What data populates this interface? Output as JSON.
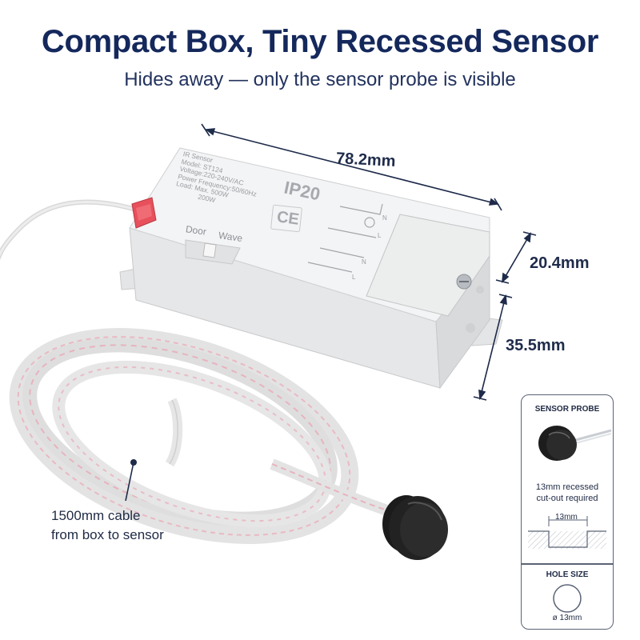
{
  "header": {
    "title": "Compact Box, Tiny Recessed Sensor",
    "subtitle": "Hides away — only the sensor probe is visible"
  },
  "device": {
    "label_lines": [
      "IR Sensor",
      "Model: ST124",
      "Voltage:220-240V/AC",
      "Power Frequency:50/60Hz",
      "Load: Max. 500W",
      "200W"
    ],
    "ip_rating": "IP20",
    "ce_mark": "CE",
    "switch_left": "Door",
    "switch_right": "Wave",
    "terminals": [
      "N",
      "L",
      "N",
      "L"
    ]
  },
  "dimensions": {
    "length": "78.2mm",
    "height": "20.4mm",
    "depth": "35.5mm"
  },
  "cable_caption": {
    "line1": "1500mm cable",
    "line2": "from box to sensor"
  },
  "inset": {
    "probe_title": "SENSOR PROBE",
    "cutout_line1": "13mm recessed",
    "cutout_line2": "cut-out required",
    "cutout_width": "13mm",
    "hole_title": "HOLE SIZE",
    "hole_diameter": "ø 13mm"
  },
  "colors": {
    "title": "#14285c",
    "connector": "#e8505b",
    "box": "#f1f2f3",
    "probe": "#1e1e1e"
  }
}
